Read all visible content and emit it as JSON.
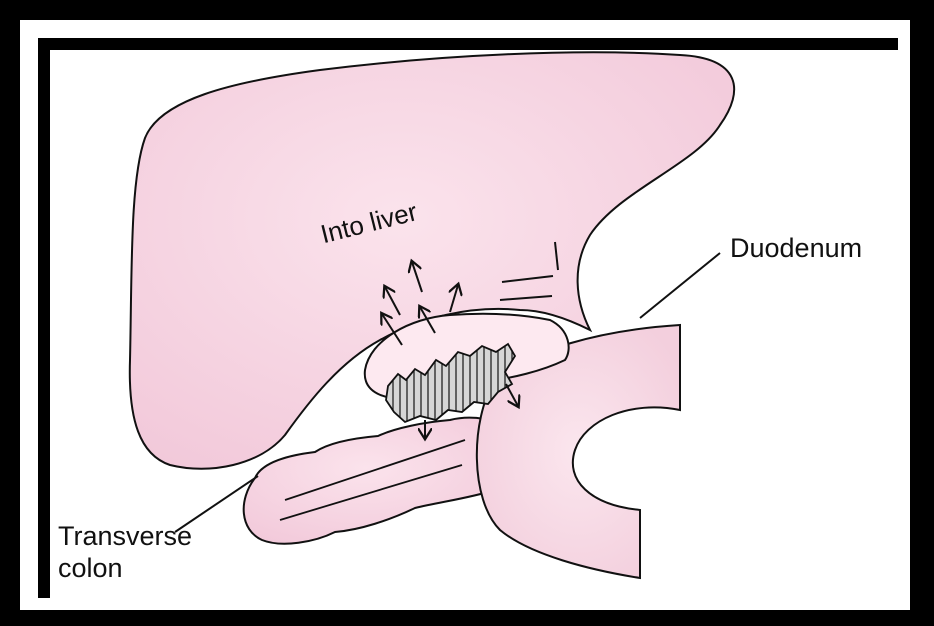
{
  "diagram": {
    "labels": {
      "into_liver": "Into liver",
      "duodenum": "Duodenum",
      "transverse": "Transverse",
      "colon": "colon"
    },
    "colors": {
      "organ_fill": "#f6d6e3",
      "organ_fill_light": "#fbe7ef",
      "outline": "#111111",
      "ulcer_fill": "#d3d3d3",
      "frame": "#000000",
      "background": "#ffffff"
    },
    "icons": [
      "arrow-icon"
    ]
  }
}
